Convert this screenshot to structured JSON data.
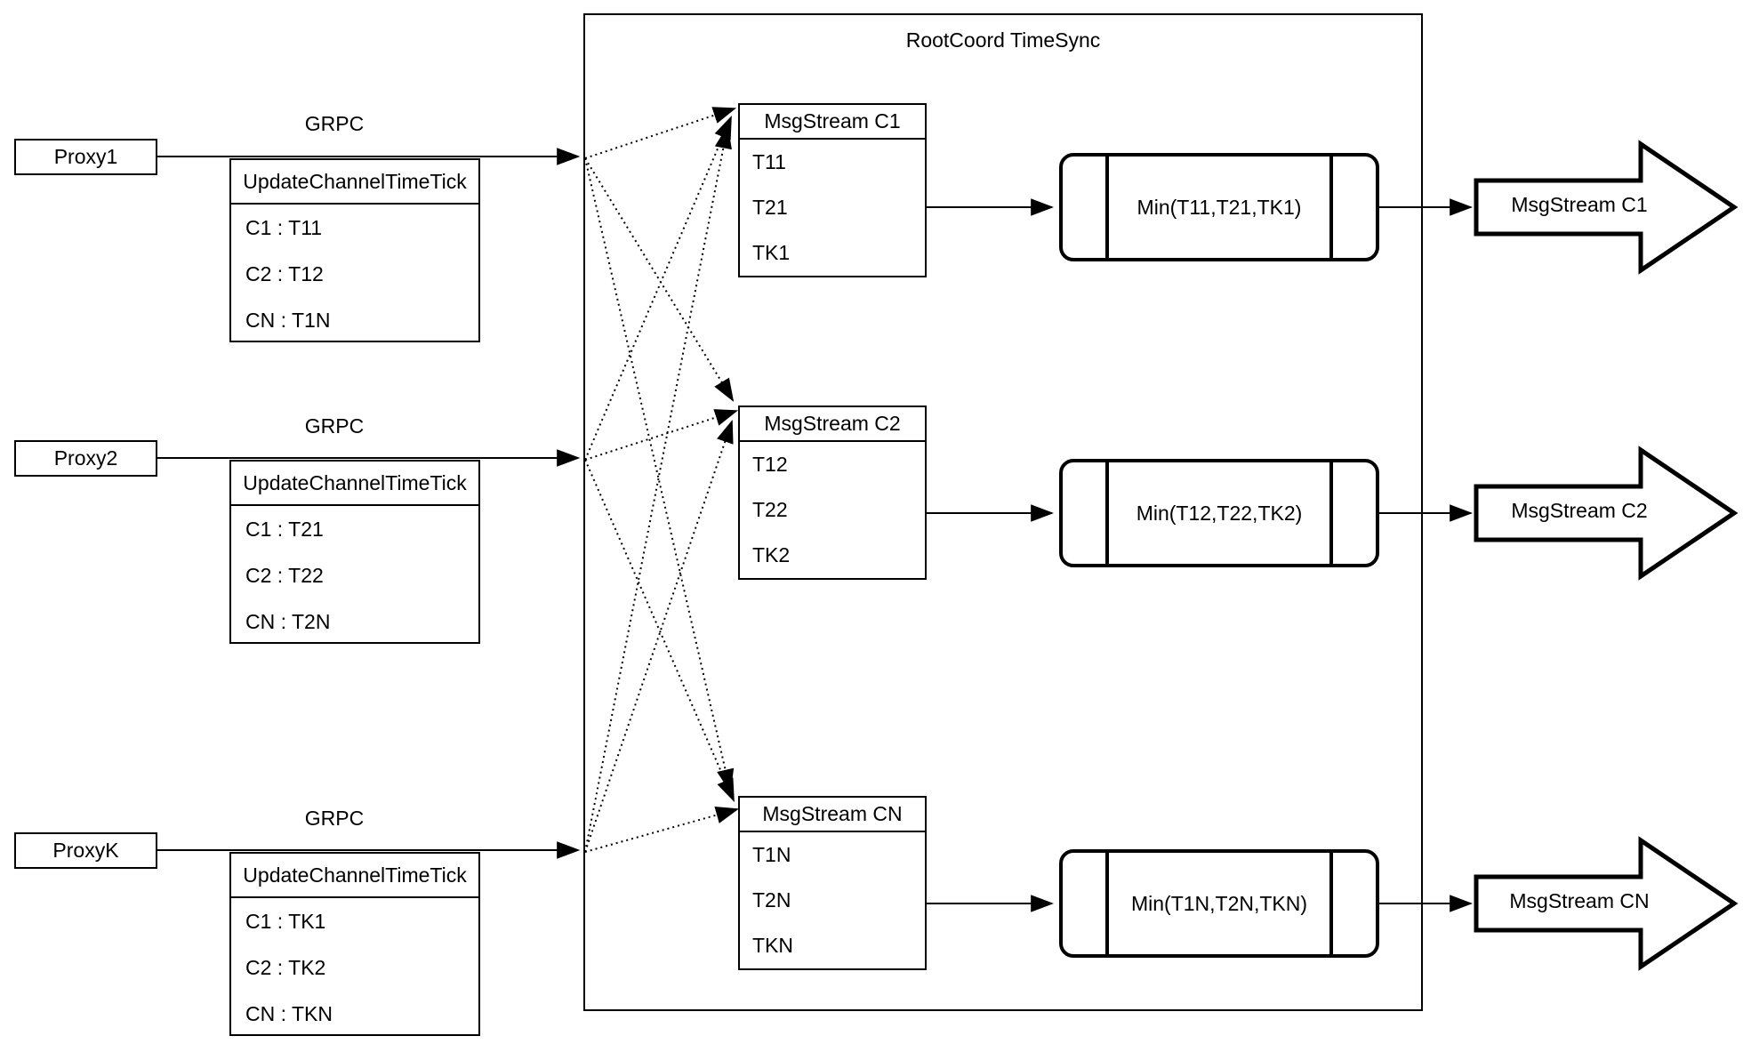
{
  "diagram": {
    "title": "RootCoord TimeSync",
    "colors": {
      "stroke": "#000000",
      "background": "#ffffff"
    },
    "rows": [
      {
        "proxy_label": "Proxy1",
        "grpc_label": "GRPC",
        "update_table": {
          "header": "UpdateChannelTimeTick",
          "rows": [
            "C1 :  T11",
            "C2 :  T12",
            "CN : T1N"
          ]
        },
        "msgstream_table": {
          "header": "MsgStream C1",
          "rows": [
            "T11",
            "T21",
            "TK1"
          ]
        },
        "min_label": "Min(T11,T21,TK1)",
        "output_arrow_label": "MsgStream C1"
      },
      {
        "proxy_label": "Proxy2",
        "grpc_label": "GRPC",
        "update_table": {
          "header": "UpdateChannelTimeTick",
          "rows": [
            "C1 :  T21",
            "C2 :  T22",
            "CN : T2N"
          ]
        },
        "msgstream_table": {
          "header": "MsgStream C2",
          "rows": [
            "T12",
            "T22",
            "TK2"
          ]
        },
        "min_label": "Min(T12,T22,TK2)",
        "output_arrow_label": "MsgStream C2"
      },
      {
        "proxy_label": "ProxyK",
        "grpc_label": "GRPC",
        "update_table": {
          "header": "UpdateChannelTimeTick",
          "rows": [
            "C1 :  TK1",
            "C2 :  TK2",
            "CN : TKN"
          ]
        },
        "msgstream_table": {
          "header": "MsgStream CN",
          "rows": [
            "T1N",
            "T2N",
            "TKN"
          ]
        },
        "min_label": "Min(T1N,T2N,TKN)",
        "output_arrow_label": "MsgStream CN"
      }
    ]
  }
}
